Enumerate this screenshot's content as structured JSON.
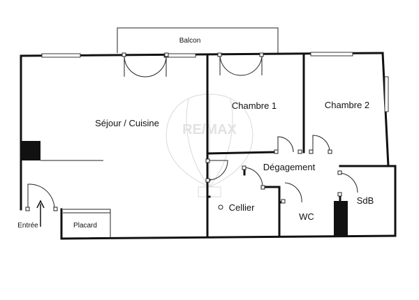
{
  "floorplan": {
    "rooms": {
      "balcon": "Balcon",
      "sejour": "Séjour / Cuisine",
      "chambre1": "Chambre 1",
      "chambre2": "Chambre 2",
      "degagement": "Dégagement",
      "cellier": "Cellier",
      "wc": "WC",
      "sdb": "SdB",
      "entree": "Entrée",
      "placard": "Placard"
    },
    "watermark": "RE/MAX"
  },
  "colors": {
    "wall": "#111111",
    "background": "#ffffff",
    "watermark": "#d9d9d9"
  }
}
